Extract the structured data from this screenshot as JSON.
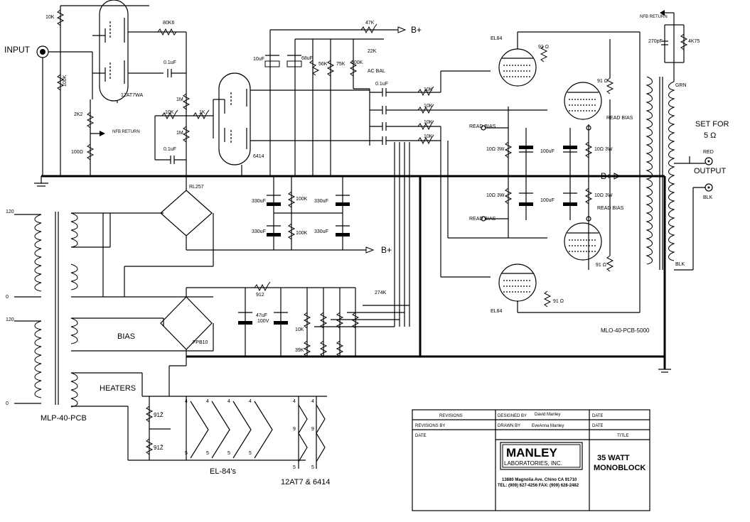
{
  "labels": {
    "input": "INPUT",
    "b_plus": "B+",
    "nfb_return": "NFB RETURN",
    "set_for": "SET FOR",
    "ohms": "5 Ω",
    "output": "OUTPUT",
    "red": "RED",
    "blk": "BLK",
    "grn": "GRN",
    "read_bias": "READ BIAS",
    "bias": "BIAS",
    "heaters": "HEATERS",
    "el84s": "EL-84's",
    "tubes_12at7_6414": "12AT7 & 6414",
    "mlp": "MLP-40-PCB",
    "mlo": "MLO-40-PCB-5000",
    "ac_bal": "AC BAL",
    "rl257": "RL257",
    "fpb10": "FPB10",
    "el84": "EL84",
    "tube_12at7wa": "12AT7WA",
    "tube_6414": "6414"
  },
  "components": {
    "r_10k": "10K",
    "r_100k": "100K",
    "r_80k6": "80K6",
    "c_01uf": "0.1uF",
    "r_1m": "1M",
    "r_1k": "1K",
    "r_2k2": "2K2",
    "r_100": "100Ω",
    "c_10uf": "10uF",
    "c_68uf": "68uF",
    "r_56k": "56K",
    "r_75k": "75K",
    "r_200k": "200K",
    "r_47k": "47K",
    "r_22k": "22K",
    "r_91": "91 Ω",
    "r_10_3w": "10Ω 3W",
    "c_100uf": "100uF",
    "c_330uf": "330uF",
    "c_270pf": "270pF",
    "r_4k75": "4K75",
    "r_912": "912",
    "r_274k": "274K",
    "c_47uf": "47uF",
    "v_100": "100V",
    "r_39k": "39K",
    "r_91z": "91Ž",
    "r_91o": "91Ω",
    "v120": "120",
    "v0": "0",
    "pin4": "4",
    "pin5": "5",
    "pin9": "9"
  },
  "title_block": {
    "revisions": "REVISIONS",
    "revisions_by": "REVISIONS BY",
    "date": "DATE",
    "designed_by": "DESIGNED BY",
    "designer": "David Manley",
    "drawn_by": "DRAWN BY",
    "drafter": "EveAnna Manley",
    "title": "TITLE",
    "title_line1": "35 WATT",
    "title_line2": "MONOBLOCK",
    "logo_name": "MANLEY",
    "logo_sub": "LABORATORIES, INC.",
    "address": "13880 Magnolia Ave. Chino CA 91710",
    "phone": "TEL: (909) 627-4256  FAX: (909) 628-2482"
  }
}
